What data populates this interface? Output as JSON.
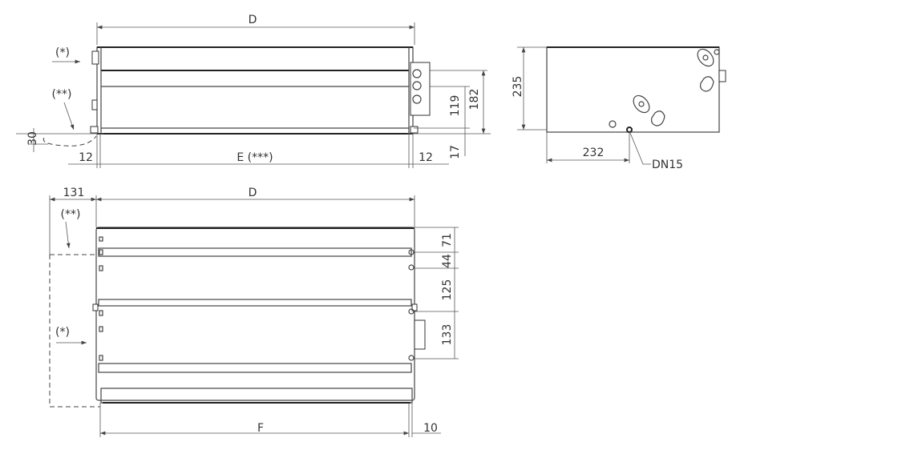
{
  "front_view": {
    "width_label": "D",
    "note_single": "(*)",
    "note_double": "(**)",
    "dim_30": "30",
    "dim_12_left": "12",
    "dim_e": "E (***)",
    "dim_12_right": "12",
    "dim_17": "17",
    "dim_119": "119",
    "dim_182": "182"
  },
  "side_view": {
    "dim_235": "235",
    "dim_232": "232",
    "drain_label": "DN15"
  },
  "top_view": {
    "dim_131": "131",
    "width_label": "D",
    "note_double": "(**)",
    "note_single": "(*)",
    "dim_71": "71",
    "dim_44": "44",
    "dim_125": "125",
    "dim_133": "133",
    "dim_f": "F",
    "dim_10": "10"
  }
}
